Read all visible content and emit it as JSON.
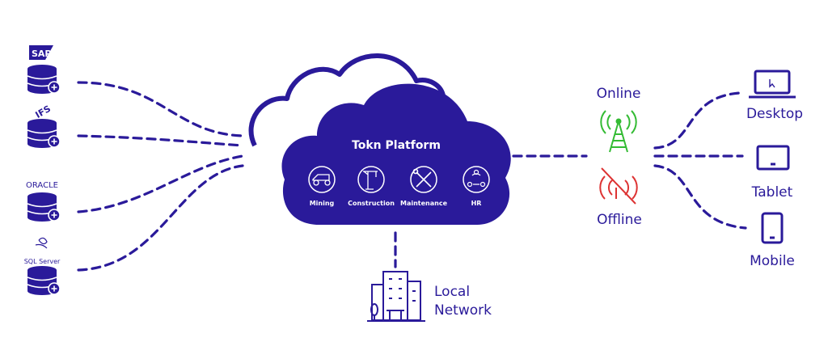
{
  "colors": {
    "primary": "#2a1a9a",
    "online": "#33bb33",
    "offline": "#dd3333",
    "white": "#ffffff"
  },
  "sources": [
    {
      "name": "SAP",
      "icon": "sap-logo-database-icon"
    },
    {
      "name": "IFS",
      "icon": "ifs-logo-database-icon"
    },
    {
      "name": "ORACLE",
      "icon": "oracle-logo-database-icon"
    },
    {
      "name": "SQL Server",
      "icon": "sql-server-logo-database-icon"
    }
  ],
  "platform": {
    "title": "Tokn Platform",
    "categories": [
      {
        "label": "Mining",
        "icon": "mining-truck-icon"
      },
      {
        "label": "Construction",
        "icon": "crane-icon"
      },
      {
        "label": "Maintenance",
        "icon": "tools-icon"
      },
      {
        "label": "HR",
        "icon": "people-icon"
      }
    ]
  },
  "local_network": {
    "line1": "Local",
    "line2": "Network",
    "icon": "building-icon"
  },
  "connectivity": {
    "online": "Online",
    "offline": "Offline"
  },
  "devices": [
    {
      "label": "Desktop",
      "icon": "laptop-icon"
    },
    {
      "label": "Tablet",
      "icon": "tablet-icon"
    },
    {
      "label": "Mobile",
      "icon": "mobile-icon"
    }
  ]
}
